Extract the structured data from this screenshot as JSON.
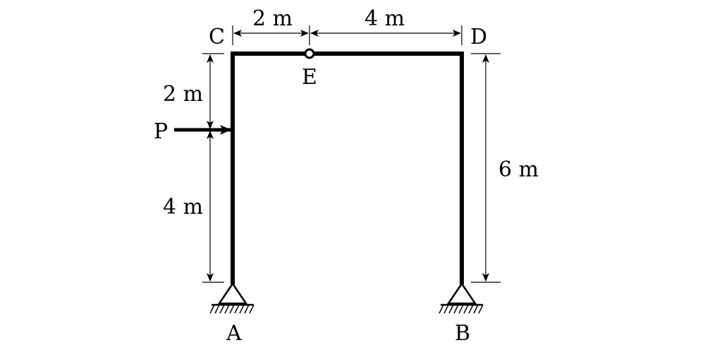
{
  "points": {
    "A": "A",
    "B": "B",
    "C": "C",
    "D": "D",
    "E": "E"
  },
  "load": {
    "label": "P"
  },
  "dimensions": {
    "top_left": "2 m",
    "top_right": "4 m",
    "left_upper": "2 m",
    "left_lower": "4 m",
    "right_height": "6 m"
  }
}
